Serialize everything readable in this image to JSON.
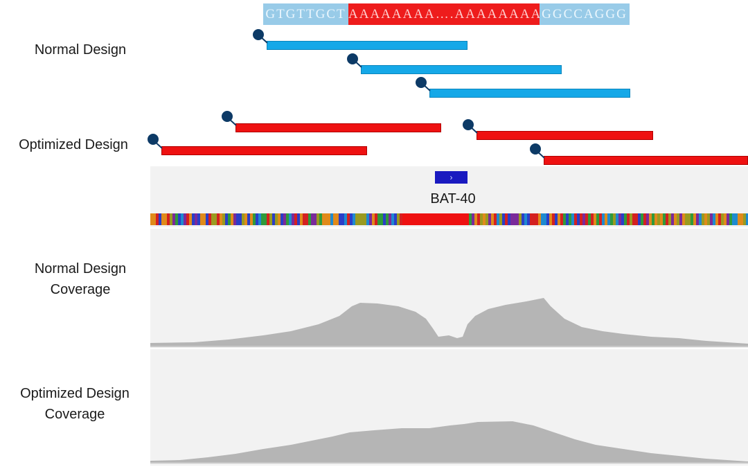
{
  "sequence": {
    "left_flank": "GTGTTGCT",
    "poly_a": "AAAAAAAA….AAAAAAAA",
    "right_flank": "GGCCAGGG"
  },
  "labels": {
    "normal_design": "Normal Design",
    "optimized_design": "Optimized Design",
    "normal_coverage_line1": "Normal Design",
    "normal_coverage_line2": "Coverage",
    "optimized_coverage_line1": "Optimized Design",
    "optimized_coverage_line2": "Coverage"
  },
  "gene": {
    "name": "BAT-40",
    "arrow": "›"
  },
  "colors": {
    "normal_probe": "#15a8e8",
    "optimized_probe": "#ee1111",
    "probe_head": "#0d3a66",
    "coverage_fill": "#b5b5b5",
    "gene_box": "#1a1ac0"
  }
}
